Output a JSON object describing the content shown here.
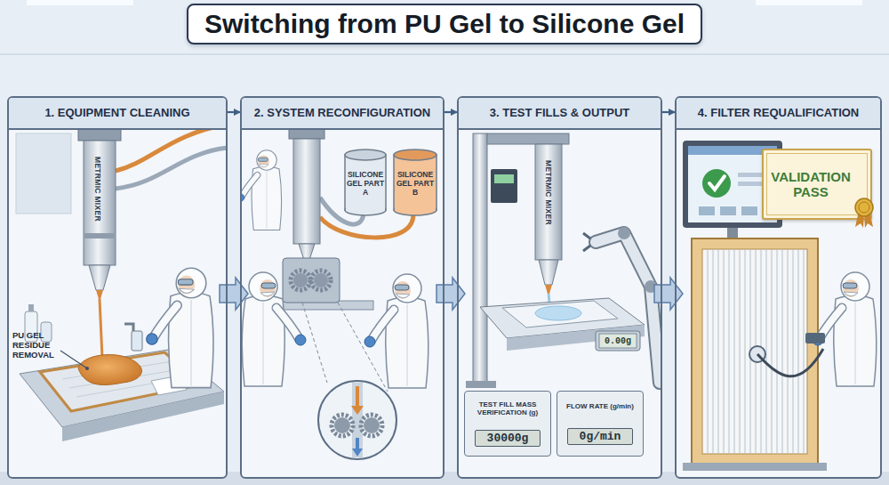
{
  "diagram": {
    "title": "Switching from PU Gel to Silicone Gel",
    "nodes": [
      {
        "text": [
          "1. EQUIPMENT CLEANING"
        ]
      },
      {
        "text": [
          "2. SYSTEM RECONFIGURATION"
        ]
      },
      {
        "text": [
          "3. TEST FILLS & OUTPUT"
        ]
      },
      {
        "text": [
          "4. FILTER REQUALIFICATION"
        ]
      },
      {
        "text": [
          "SILICONE GEL PART A"
        ],
        "in": 1
      },
      {
        "text": [
          "SILICONE GEL PART B"
        ],
        "in": 1
      },
      {
        "text": [
          "TEST FILL MASS VERIFICATION (g)",
          "30000g"
        ],
        "in": 2
      },
      {
        "text": [
          "FLOW RATE (g/min)",
          "0g/min"
        ],
        "in": 2
      },
      {
        "text": [
          "VALIDATION PASS"
        ],
        "in": 3
      }
    ],
    "edges": [
      {
        "from": 0,
        "to": 1,
        "arrow": "to"
      },
      {
        "from": 1,
        "to": 2,
        "arrow": "to"
      },
      {
        "from": 2,
        "to": 3,
        "arrow": "to"
      }
    ],
    "labels": [
      "METRMIC MIXER",
      "PU GEL RESIDUE REMOVAL",
      "METRMIC MIXER",
      "0.00g"
    ]
  }
}
